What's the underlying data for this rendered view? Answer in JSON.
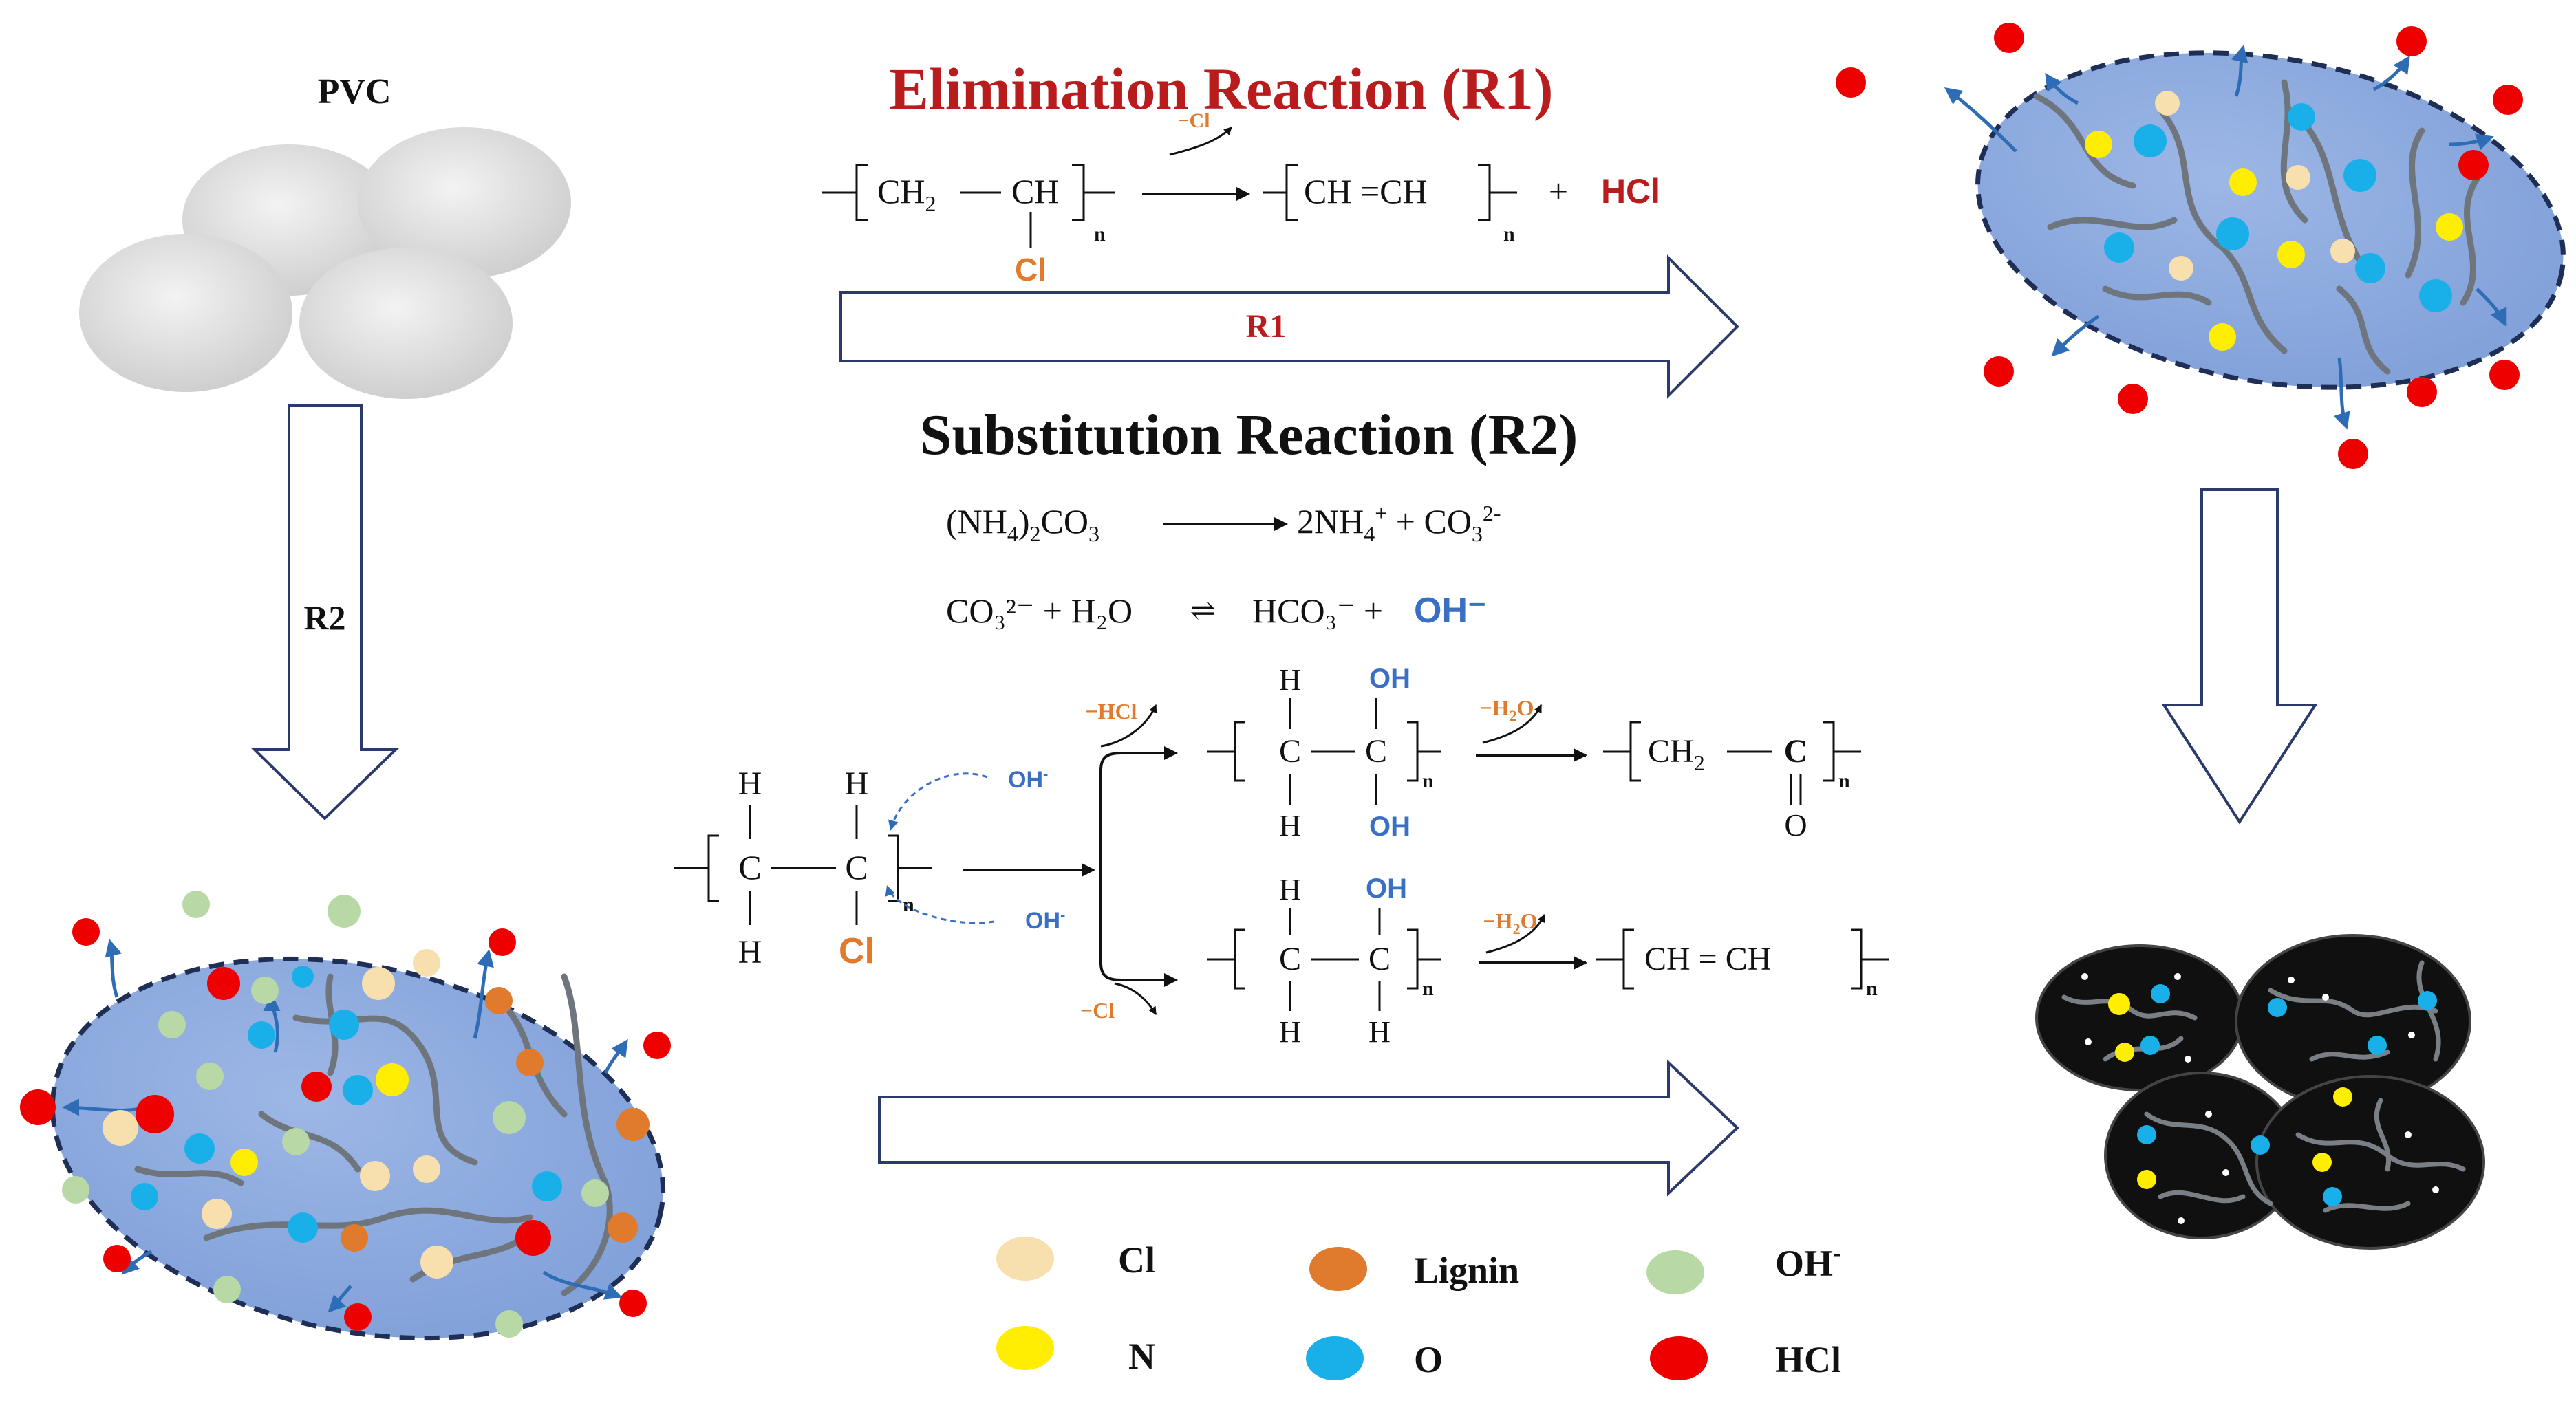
{
  "pvc_label": "PVC",
  "r2_arrow_label": "R2",
  "elimination": {
    "title": "Elimination Reaction (R1)",
    "left_monomer_a": "CH",
    "left_monomer_a_sub": "2",
    "left_monomer_b": "CH",
    "cl_substituent": "Cl",
    "repeat_n": "n",
    "loss_label": "−Cl",
    "product": "CH =CH",
    "plus": "+",
    "byproduct": "HCl",
    "arrow_label": "R1"
  },
  "substitution": {
    "title": "Substitution Reaction (R2)",
    "eq1": {
      "reactant_a": "(NH",
      "reactant_sub1": "4",
      "reactant_b": ")",
      "reactant_sub2": "2",
      "reactant_c": "CO",
      "reactant_sub3": "3",
      "product_a": "2NH",
      "product_sub1": "4",
      "product_sup1": "+",
      "product_b": " + CO",
      "product_sub2": "3",
      "product_sup2": "2-"
    },
    "eq2": {
      "left": "CO₃²⁻ + H₂O",
      "equilibrium": "⇌",
      "right": "HCO₃⁻ +",
      "hydroxide": "OH⁻"
    },
    "start": {
      "h": "H",
      "c": "C",
      "cl": "Cl",
      "oh": "OH",
      "oh_sup": "-",
      "n": "n"
    },
    "upper_loss": "−HCl",
    "lower_loss": "−Cl",
    "water_loss": "−H",
    "water_loss_sub": "2",
    "water_loss_end": "O",
    "diol": {
      "h": "H",
      "c": "C",
      "oh": "OH",
      "n": "n"
    },
    "ketone": {
      "a": "CH",
      "a_sub": "2",
      "c": "C",
      "o": "O",
      "n": "n"
    },
    "alcohol": {
      "h": "H",
      "c": "C",
      "oh": "OH",
      "n": "n"
    },
    "alkene": {
      "text": "CH = CH",
      "n": "n"
    }
  },
  "legend": [
    {
      "label": "Cl",
      "color": "#f8dfae"
    },
    {
      "label": "Lignin",
      "color": "#e07a2c"
    },
    {
      "label": "OH",
      "sup": "-",
      "color": "#b8d9a6"
    },
    {
      "label": "N",
      "color": "#ffee00"
    },
    {
      "label": "O",
      "color": "#19b0ea"
    },
    {
      "label": "HCl",
      "color": "#ee0000"
    }
  ],
  "colors": {
    "title_red": "#b81c1c",
    "accent_orange": "#e07a2c",
    "hydroxide_blue": "#3a6fc4",
    "particle_fill": "#8aa8dd",
    "char_fill": "#101010",
    "fiber_gray": "#7a7f86",
    "arrow_blue": "#2e6db6"
  },
  "icons": [
    "pvc-granules",
    "porous-particle",
    "carbon-particles"
  ]
}
